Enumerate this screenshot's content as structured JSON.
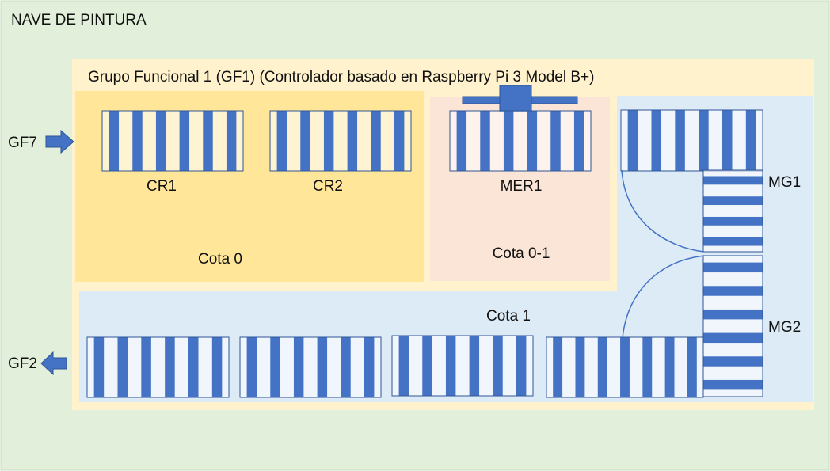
{
  "hall": {
    "title": "NAVE DE PINTURA"
  },
  "group": {
    "title": "Grupo Funcional 1 (GF1) (Controlador basado en Raspberry Pi 3 Model B+)"
  },
  "levels": {
    "cota0": "Cota 0",
    "cota01": "Cota 0-1",
    "cota1": "Cota 1"
  },
  "conveyors": {
    "cr1": "CR1",
    "cr2": "CR2",
    "mer1": "MER1",
    "mg1": "MG1",
    "mg2": "MG2"
  },
  "arrows": {
    "in_label": "GF7",
    "out_label": "GF2"
  },
  "colors": {
    "hall_bg": "#E2EFDA",
    "group_bg": "#FFF2CC",
    "cota0_bg": "#FFE699",
    "cota01_bg": "#FBE5D6",
    "cota1_bg": "#DDEBF7",
    "stripe": "#4472C4",
    "border": "#2F5597"
  }
}
